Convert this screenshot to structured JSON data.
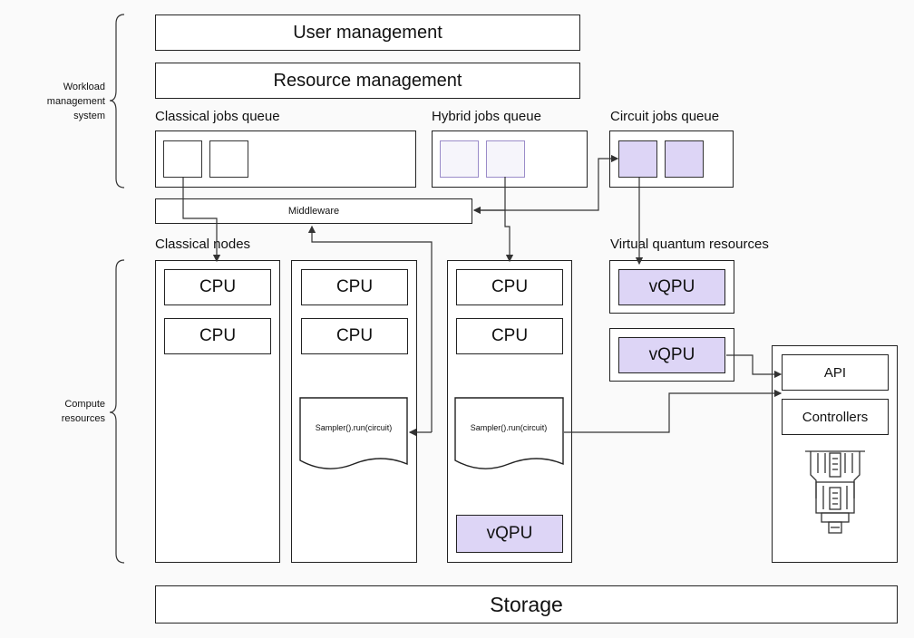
{
  "wms_label": [
    "Workload",
    "management",
    "system"
  ],
  "compute_label": [
    "Compute",
    "resources"
  ],
  "user_management": "User management",
  "resource_management": "Resource management",
  "queues": {
    "classical": "Classical jobs queue",
    "hybrid": "Hybrid jobs queue",
    "circuit": "Circuit jobs queue"
  },
  "middleware": "Middleware",
  "classical_nodes": "Classical nodes",
  "virtual_quantum": "Virtual quantum resources",
  "cpu": "CPU",
  "vqpu": "vQPU",
  "sampler": "Sampler().run(circuit)",
  "api": "API",
  "controllers": "Controllers",
  "storage": "Storage",
  "colors": {
    "quantum_fill": "#ddd5f6",
    "border": "#222222",
    "background": "#fafafa"
  }
}
